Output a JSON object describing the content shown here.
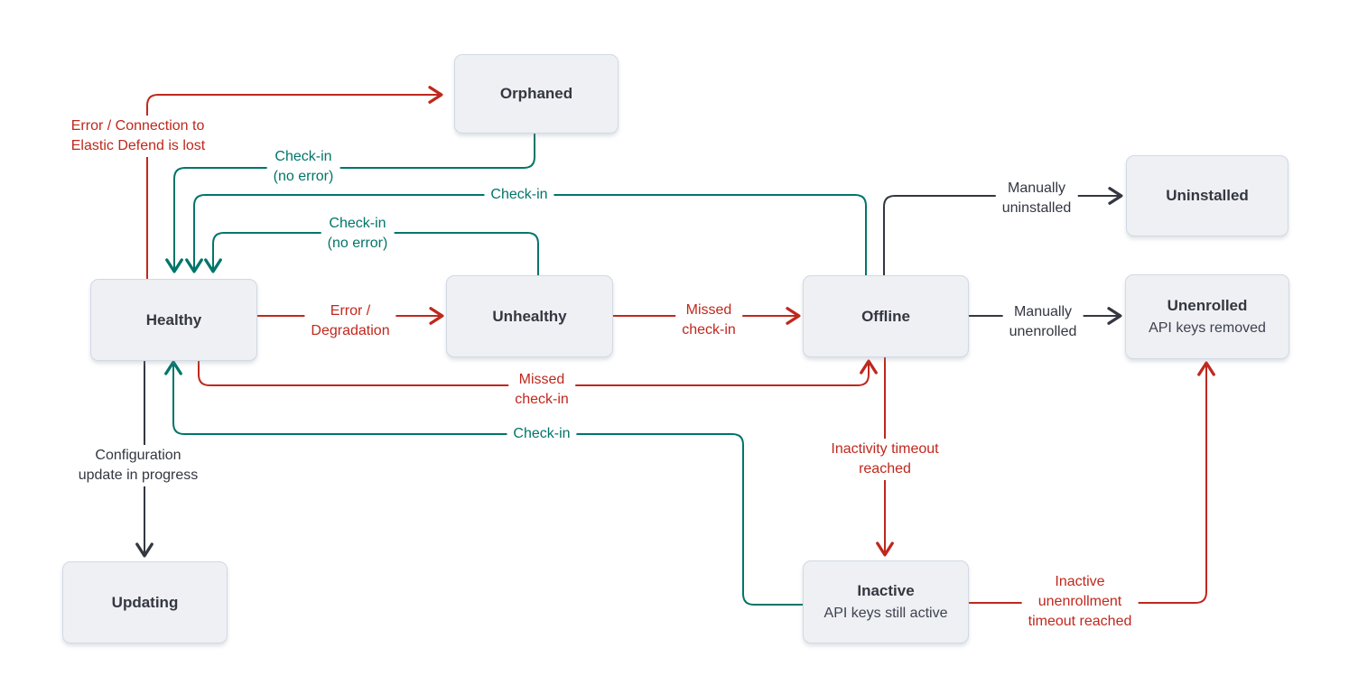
{
  "diagram": {
    "kind": "state-diagram",
    "background": "#ffffff"
  },
  "colors": {
    "error": "#bf281d",
    "success": "#00756a",
    "neutral": "#343741",
    "node_fill": "#eef0f3",
    "node_border": "#d2d9e4",
    "node_text": "#343741"
  },
  "nodes": [
    {
      "id": "orphaned",
      "title": "Orphaned"
    },
    {
      "id": "healthy",
      "title": "Healthy"
    },
    {
      "id": "unhealthy",
      "title": "Unhealthy"
    },
    {
      "id": "offline",
      "title": "Offline"
    },
    {
      "id": "uninstalled",
      "title": "Uninstalled"
    },
    {
      "id": "unenrolled",
      "title": "Unenrolled",
      "subtitle": "API keys removed"
    },
    {
      "id": "updating",
      "title": "Updating"
    },
    {
      "id": "inactive",
      "title": "Inactive",
      "subtitle": "API keys still active"
    }
  ],
  "edges": [
    {
      "from": "healthy",
      "to": "orphaned",
      "color": "error",
      "label": "Error / Connection to\nElastic Defend is lost"
    },
    {
      "from": "orphaned",
      "to": "healthy",
      "color": "success",
      "label": "Check-in\n(no error)"
    },
    {
      "from": "offline",
      "to": "healthy",
      "color": "success",
      "label": "Check-in"
    },
    {
      "from": "unhealthy",
      "to": "healthy",
      "color": "success",
      "label": "Check-in\n(no error)"
    },
    {
      "from": "healthy",
      "to": "unhealthy",
      "color": "error",
      "label": "Error /\nDegradation"
    },
    {
      "from": "unhealthy",
      "to": "offline",
      "color": "error",
      "label": "Missed\ncheck-in"
    },
    {
      "from": "offline",
      "to": "uninstalled",
      "color": "neutral",
      "label": "Manually\nuninstalled"
    },
    {
      "from": "offline",
      "to": "unenrolled",
      "color": "neutral",
      "label": "Manually\nunenrolled"
    },
    {
      "from": "healthy",
      "to": "offline",
      "color": "error",
      "label": "Missed\ncheck-in"
    },
    {
      "from": "inactive",
      "to": "healthy",
      "color": "success",
      "label": "Check-in"
    },
    {
      "from": "healthy",
      "to": "updating",
      "color": "neutral",
      "label": "Configuration\nupdate in progress"
    },
    {
      "from": "offline",
      "to": "inactive",
      "color": "error",
      "label": "Inactivity timeout\nreached"
    },
    {
      "from": "inactive",
      "to": "unenrolled",
      "color": "error",
      "label": "Inactive\nunenrollment\ntimeout reached"
    }
  ]
}
